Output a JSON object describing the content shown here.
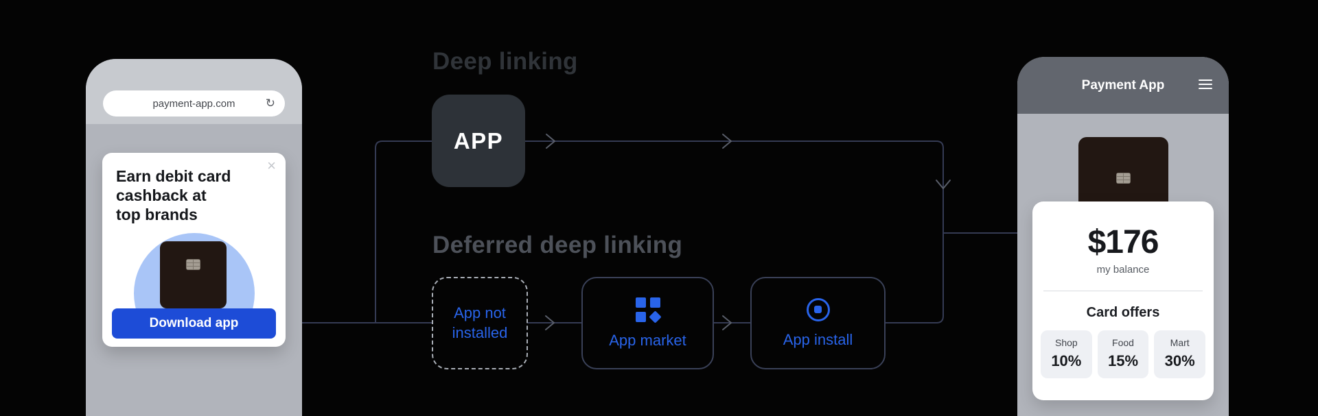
{
  "colors": {
    "background": "#040404",
    "accent_blue": "#2964ea",
    "button_blue": "#1d4cd7",
    "connector_line": "#353b54",
    "arrow": "#5a5f6b",
    "phone_gray": "#b1b4bb",
    "app_header_gray": "#62666e",
    "circle_blue": "#a9c5f7",
    "debit_card_dark": "#221712"
  },
  "left_phone": {
    "url": "payment-app.com",
    "refresh_icon": "↻",
    "close_icon": "×",
    "headline_line1": "Earn debit card",
    "headline_line2": "cashback at",
    "headline_line3": "top brands",
    "download_button": "Download app"
  },
  "diagram": {
    "deep_linking_title": "Deep linking",
    "deferred_title": "Deferred deep linking",
    "app_node": "APP",
    "not_installed_line1": "App not",
    "not_installed_line2": "installed",
    "app_market": "App market",
    "app_install": "App install"
  },
  "right_phone": {
    "header_title": "Payment App",
    "balance": "$176",
    "balance_label": "my balance",
    "offers_title": "Card offers",
    "offers": [
      {
        "label": "Shop",
        "value": "10%"
      },
      {
        "label": "Food",
        "value": "15%"
      },
      {
        "label": "Mart",
        "value": "30%"
      }
    ]
  }
}
